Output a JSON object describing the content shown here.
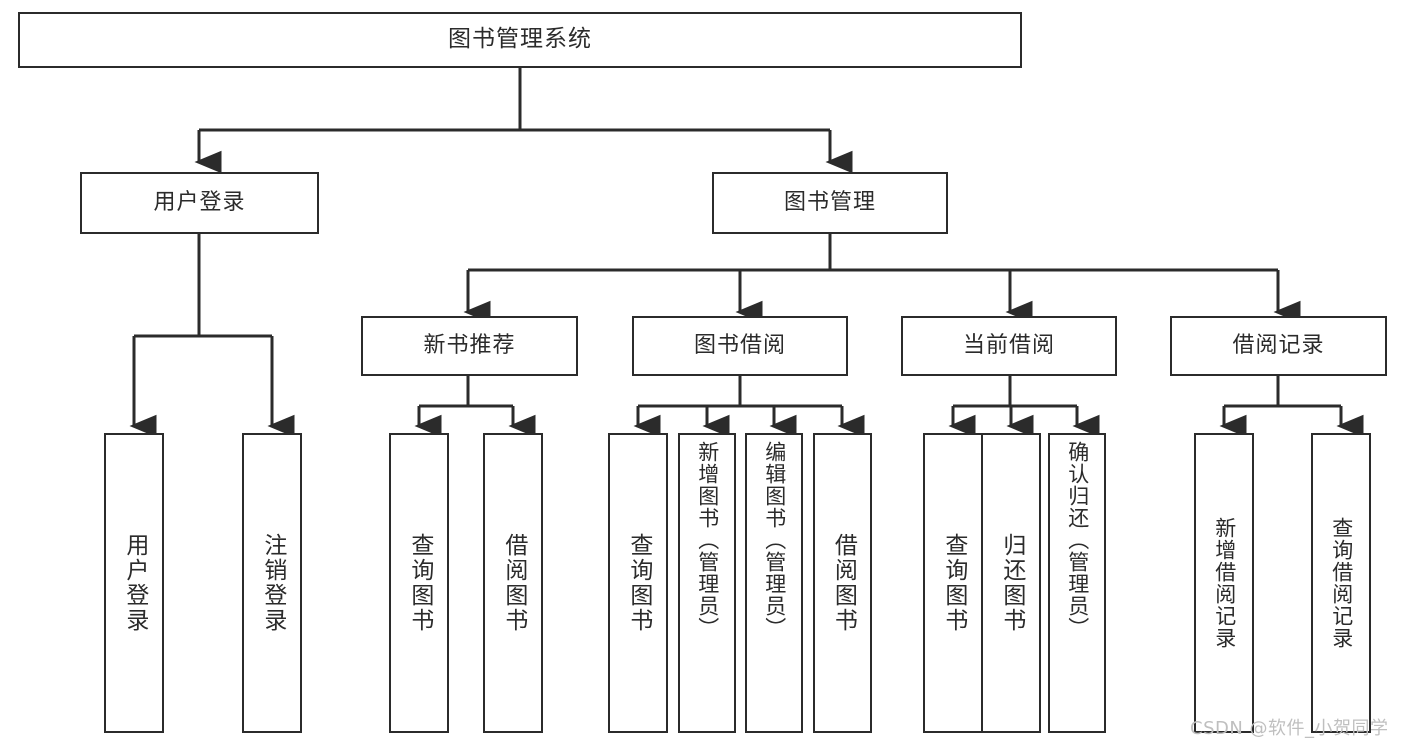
{
  "diagram": {
    "type": "tree-hierarchy-chart",
    "title": "图书管理系统",
    "line_color": "#2b2b2b",
    "box_fill": "#ffffff",
    "nodes": {
      "root": {
        "label": "图书管理系统",
        "level": 0
      },
      "level1": [
        {
          "id": "user-login",
          "label": "用户登录"
        },
        {
          "id": "book-management",
          "label": "图书管理"
        }
      ],
      "level2": [
        {
          "id": "new-book-recommend",
          "label": "新书推荐"
        },
        {
          "id": "book-borrow",
          "label": "图书借阅"
        },
        {
          "id": "current-borrow",
          "label": "当前借阅"
        },
        {
          "id": "borrow-record",
          "label": "借阅记录"
        }
      ],
      "leaves": {
        "user_login": [
          {
            "id": "leaf-user-login",
            "label": "用户登录"
          },
          {
            "id": "leaf-logout-login",
            "label": "注销登录"
          }
        ],
        "new_book_recommend": [
          {
            "id": "leaf-query-book-1",
            "label": "查询图书"
          },
          {
            "id": "leaf-borrow-book-1",
            "label": "借阅图书"
          }
        ],
        "book_borrow": [
          {
            "id": "leaf-query-book-2",
            "label": "查询图书"
          },
          {
            "id": "leaf-add-book",
            "label": "新增图书（管理员）"
          },
          {
            "id": "leaf-edit-book",
            "label": "编辑图书（管理员）"
          },
          {
            "id": "leaf-borrow-book-2",
            "label": "借阅图书"
          }
        ],
        "current_borrow": [
          {
            "id": "leaf-query-book-3",
            "label": "查询图书"
          },
          {
            "id": "leaf-return-book",
            "label": "归还图书"
          },
          {
            "id": "leaf-confirm-return",
            "label": "确认归还（管理员）"
          }
        ],
        "borrow_record": [
          {
            "id": "leaf-add-record",
            "label": "新增借阅记录"
          },
          {
            "id": "leaf-query-record",
            "label": "查询借阅记录"
          }
        ]
      }
    }
  },
  "watermark": {
    "text": "CSDN @软件_小贺同学",
    "color": "#bfbfbf"
  }
}
